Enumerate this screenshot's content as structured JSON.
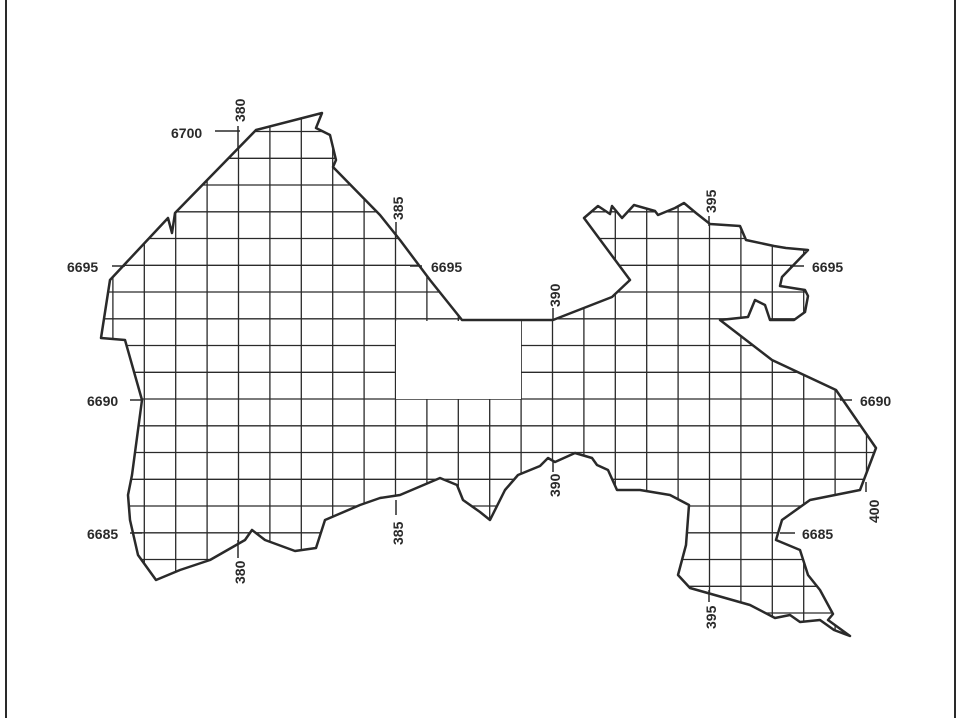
{
  "map": {
    "easting_lines": [
      {
        "label": "380"
      },
      {
        "label": "385"
      },
      {
        "label": "390"
      },
      {
        "label": "395"
      },
      {
        "label": "400"
      }
    ],
    "northing_lines": [
      {
        "label": "6700"
      },
      {
        "label": "6695"
      },
      {
        "label": "6690"
      },
      {
        "label": "6685"
      }
    ],
    "label_texts": {
      "e380_top": "380",
      "e380_bottom": "380",
      "e385_top": "385",
      "e385_bottom": "385",
      "e390_top": "390",
      "e390_bottom": "390",
      "e395_top": "395",
      "e395_bottom": "395",
      "e400": "400",
      "n6700": "6700",
      "n6695_left": "6695",
      "n6695_mid": "6695",
      "n6695_right": "6695",
      "n6690_left": "6690",
      "n6690_right": "6690",
      "n6685_left": "6685",
      "n6685_right": "6685"
    },
    "colors": {
      "line": "#2a2a2a",
      "background": "#ffffff"
    }
  }
}
